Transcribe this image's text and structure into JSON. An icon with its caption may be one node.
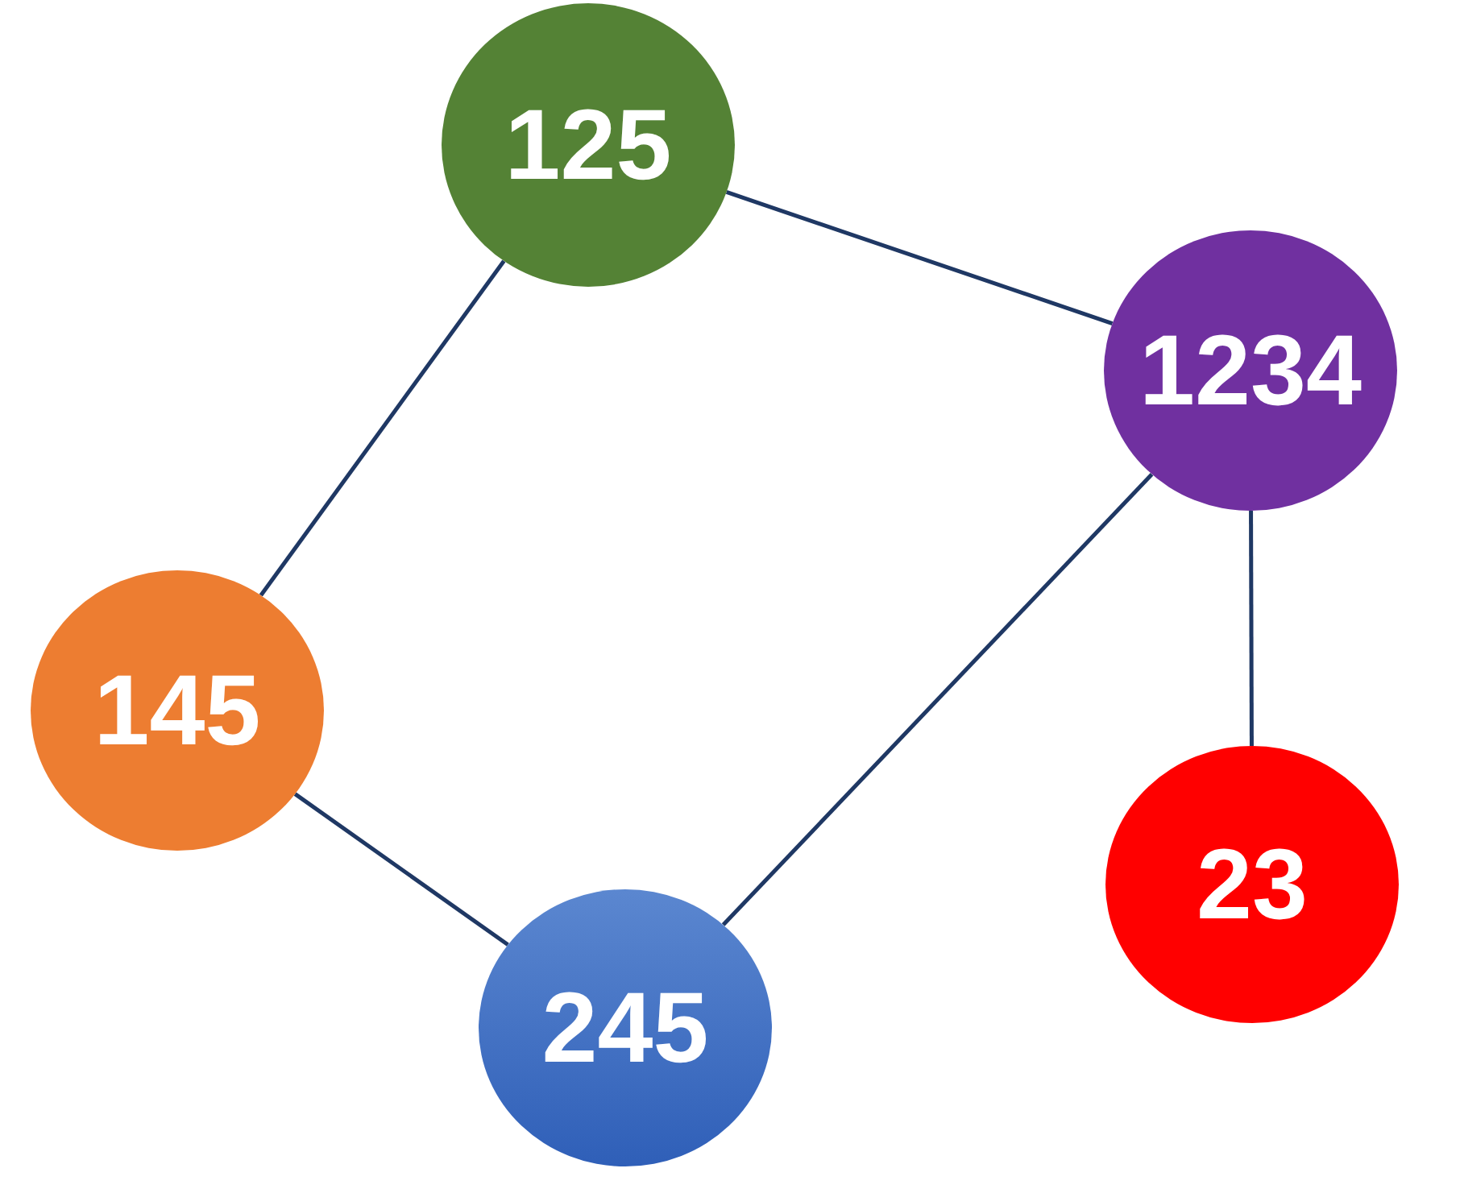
{
  "diagram": {
    "nodes": [
      {
        "text": [
          "125"
        ]
      },
      {
        "text": [
          "1234"
        ]
      },
      {
        "text": [
          "145"
        ]
      },
      {
        "text": [
          "245"
        ]
      },
      {
        "text": [
          "23"
        ]
      }
    ],
    "edges": [
      {
        "from": 0,
        "to": 2,
        "arrow": "none"
      },
      {
        "from": 0,
        "to": 1,
        "arrow": "none"
      },
      {
        "from": 1,
        "to": 3,
        "arrow": "none"
      },
      {
        "from": 2,
        "to": 3,
        "arrow": "none"
      },
      {
        "from": 1,
        "to": 4,
        "arrow": "none"
      }
    ]
  }
}
